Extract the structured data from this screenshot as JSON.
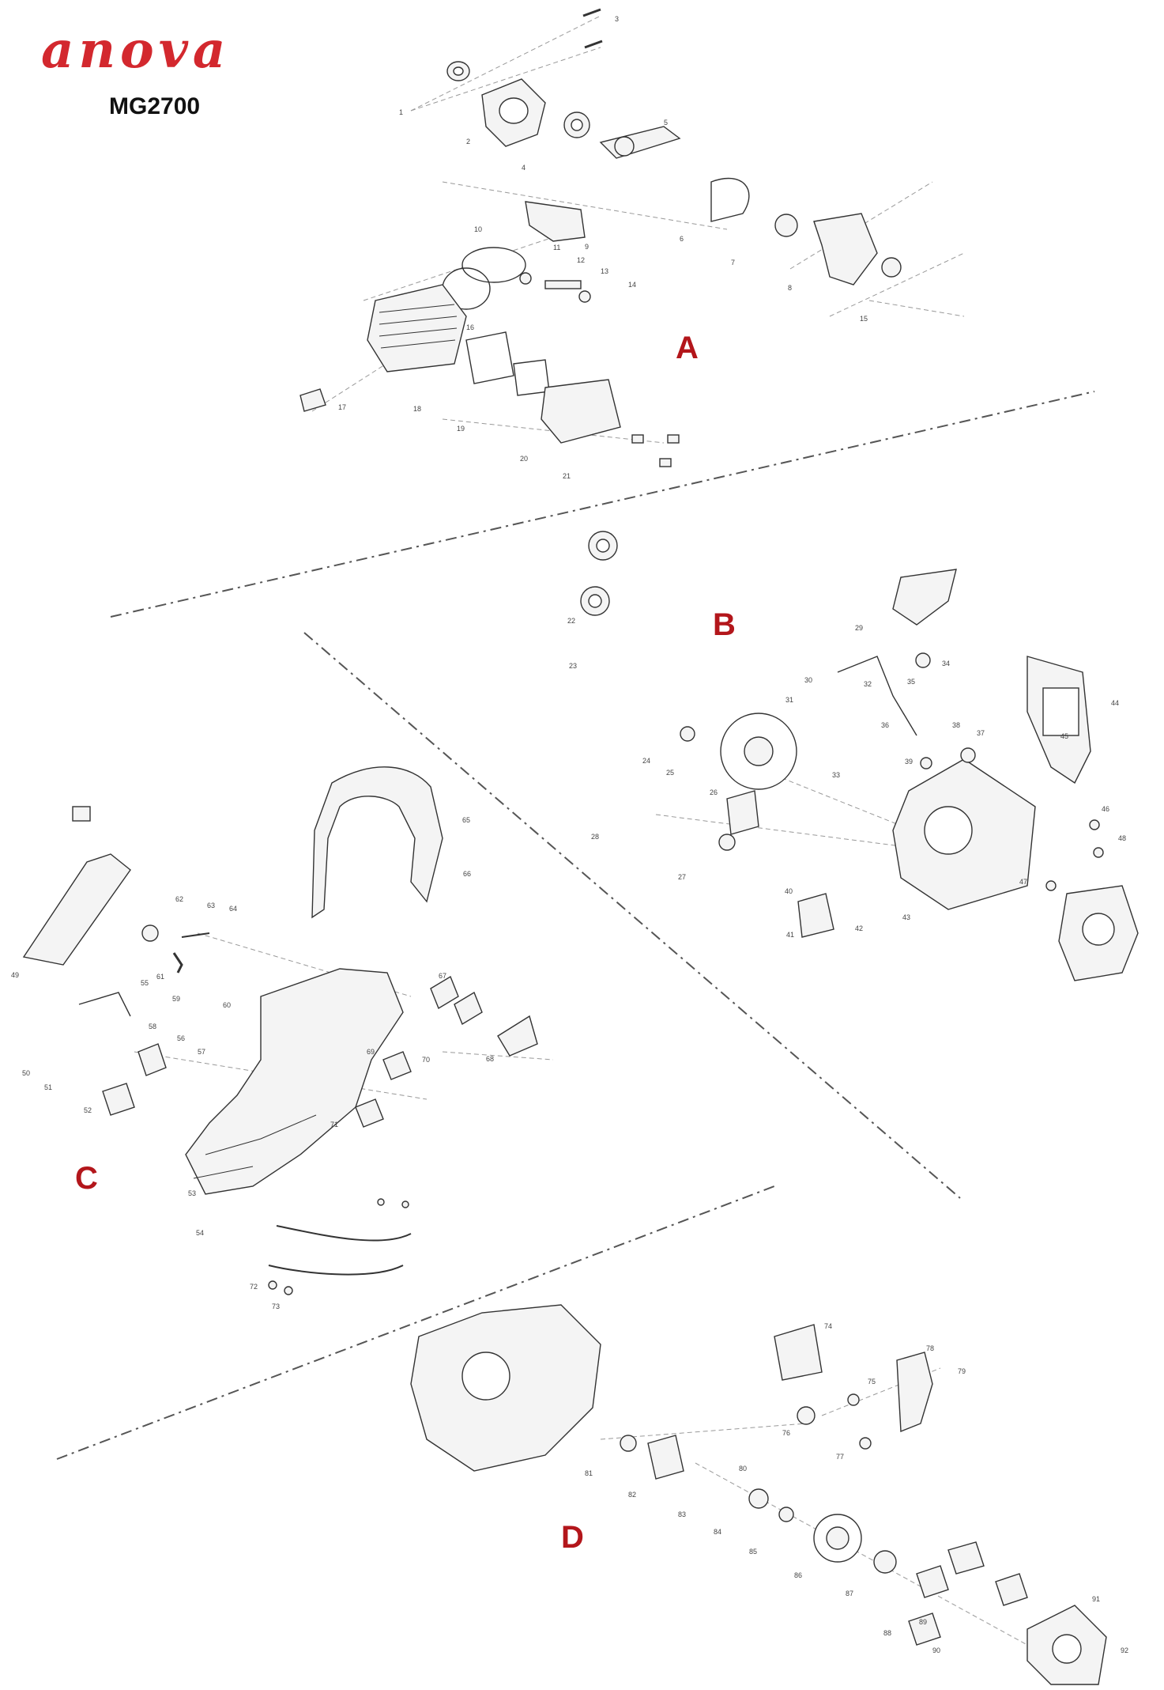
{
  "brand": {
    "name": "anova",
    "color": "#d3282e"
  },
  "header": {
    "model": "MG2700"
  },
  "sections": {
    "a": "A",
    "b": "B",
    "c": "C",
    "d": "D",
    "color": "#b3161b"
  },
  "part_numbers": {
    "a": [
      "1",
      "2",
      "3",
      "4",
      "5",
      "6",
      "7",
      "8",
      "9",
      "10",
      "11",
      "12",
      "13",
      "14",
      "15",
      "16",
      "17",
      "18",
      "19",
      "20",
      "21"
    ],
    "b": [
      "22",
      "23",
      "24",
      "25",
      "26",
      "27",
      "28",
      "29",
      "30",
      "31",
      "32",
      "33",
      "34",
      "35",
      "36",
      "37",
      "38",
      "39",
      "40",
      "41",
      "42",
      "43",
      "44",
      "45",
      "46",
      "47",
      "48"
    ],
    "c": [
      "49",
      "50",
      "51",
      "52",
      "53",
      "54",
      "55",
      "56",
      "57",
      "58",
      "59",
      "60",
      "61",
      "62",
      "63",
      "64",
      "65",
      "66",
      "67",
      "68",
      "69",
      "70",
      "71",
      "72",
      "73"
    ],
    "d": [
      "74",
      "75",
      "76",
      "77",
      "78",
      "79",
      "80",
      "81",
      "82",
      "83",
      "84",
      "85",
      "86",
      "87",
      "88",
      "89",
      "90",
      "91",
      "92"
    ]
  }
}
